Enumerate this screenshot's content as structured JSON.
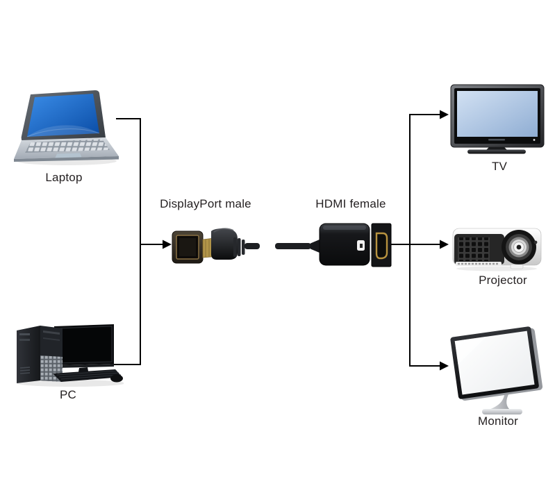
{
  "diagram": {
    "sources": [
      {
        "id": "laptop",
        "label": "Laptop"
      },
      {
        "id": "pc",
        "label": "PC"
      }
    ],
    "adapter": {
      "input_label": "DisplayPort male",
      "output_label": "HDMI female"
    },
    "targets": [
      {
        "id": "tv",
        "label": "TV"
      },
      {
        "id": "projector",
        "label": "Projector"
      },
      {
        "id": "monitor",
        "label": "Monitor"
      }
    ],
    "colors": {
      "background": "#ffffff",
      "line": "#000000",
      "text": "#231f20",
      "laptop_screen_blue": "#1a6fd4",
      "tv_screen_blue": "#aac3e2",
      "connector_gold": "#b29549",
      "adapter_black": "#0c0d0f"
    }
  }
}
